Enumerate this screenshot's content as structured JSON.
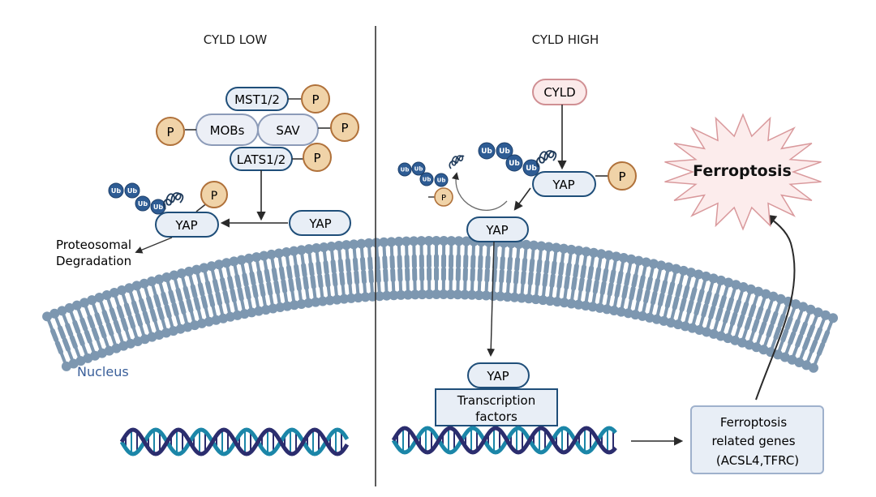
{
  "panels": {
    "left": {
      "title": "CYLD LOW"
    },
    "right": {
      "title": "CYLD HIGH"
    }
  },
  "left": {
    "mst": "MST1/2",
    "mobs": "MOBs",
    "sav": "SAV",
    "lats": "LATS1/2",
    "yap_degraded": "YAP",
    "yap_free": "YAP",
    "phospho": "P",
    "ub": "Ub",
    "degradation_line1": "Proteosomal",
    "degradation_line2": "Degradation"
  },
  "right": {
    "cyld": "CYLD",
    "yap_ub": "YAP",
    "yap_deub": "YAP",
    "yap_nuclear": "YAP",
    "phospho": "P",
    "ub": "Ub",
    "tf_line1": "Transcription",
    "tf_line2": "factors",
    "genes_line1": "Ferroptosis",
    "genes_line2": "related genes",
    "genes_line3": "(ACSL4,TFRC)",
    "ferroptosis": "Ferroptosis"
  },
  "nucleus_label": "Nucleus",
  "colors": {
    "membrane": "#7d97b0",
    "pill_fill": "#e8eef6",
    "pill_stroke": "#1f4e79",
    "mobs_fill": "#eceff6",
    "mobs_stroke": "#8c9bb8",
    "phospho_fill": "#f0d3a8",
    "phospho_stroke": "#b0713a",
    "ub_fill": "#2e5c94",
    "cyld_fill": "#fbeaea",
    "cyld_stroke": "#d08f93",
    "burst_fill": "#fcecec",
    "burst_stroke": "#d9999c",
    "dna_dark": "#2b2d6e",
    "dna_light": "#1b86a8",
    "nucleus_text": "#3a5f9a",
    "arrow": "#2a2a2a"
  }
}
